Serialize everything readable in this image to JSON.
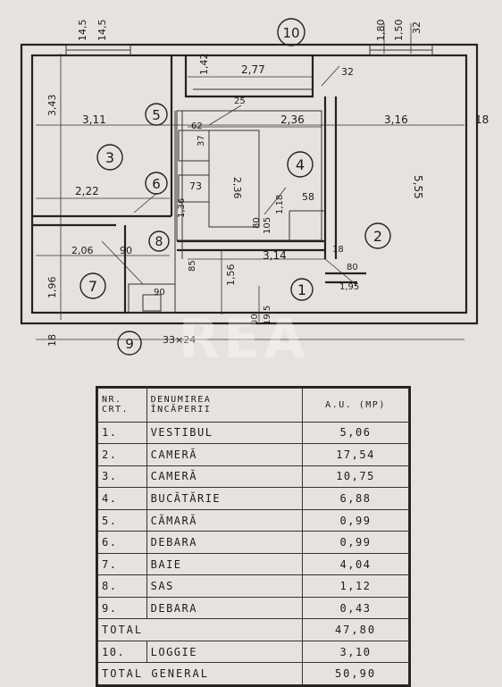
{
  "plan": {
    "room_numbers": [
      "1",
      "2",
      "3",
      "4",
      "5",
      "6",
      "7",
      "8",
      "9",
      "10"
    ],
    "dimensions": [
      "14,5",
      "14,5",
      "1,80",
      "1,50",
      "32",
      "1,42",
      "2,77",
      "32",
      "3,43",
      "3,11",
      "2,36",
      "3,16",
      "18",
      "5,55",
      "25",
      "62",
      "37",
      "2,36",
      "2,22",
      "73",
      "58",
      "1,18",
      "1,36",
      "80",
      "105",
      "2,06",
      "90",
      "85",
      "1,56",
      "3,14",
      "18",
      "80",
      "1,95",
      "1,96",
      "90",
      "90",
      "19,5",
      "18",
      "33×24"
    ]
  },
  "watermark": "REA",
  "table": {
    "headers": {
      "nr_line1": "NR.",
      "nr_line2": "CRT.",
      "name_line1": "DENUMIREA",
      "name_line2": "ÎNCĂPERII",
      "area": "A.U. (mp)"
    },
    "rows": [
      {
        "nr": "1.",
        "name": "VESTIBUL",
        "area": "5,06"
      },
      {
        "nr": "2.",
        "name": "CAMERĂ",
        "area": "17,54"
      },
      {
        "nr": "3.",
        "name": "CAMERĂ",
        "area": "10,75"
      },
      {
        "nr": "4.",
        "name": "BUCĂTĂRIE",
        "area": "6,88"
      },
      {
        "nr": "5.",
        "name": "CĂMARĂ",
        "area": "0,99"
      },
      {
        "nr": "6.",
        "name": "DEBARA",
        "area": "0,99"
      },
      {
        "nr": "7.",
        "name": "BAIE",
        "area": "4,04"
      },
      {
        "nr": "8.",
        "name": "SAS",
        "area": "1,12"
      },
      {
        "nr": "9.",
        "name": "DEBARA",
        "area": "0,43"
      }
    ],
    "total": {
      "label": "TOTAL",
      "area": "47,80"
    },
    "loggia": {
      "nr": "10.",
      "name": "LOGGIE",
      "area": "3,10"
    },
    "grand_total": {
      "label": "TOTAL GENERAL",
      "area": "50,90"
    }
  }
}
